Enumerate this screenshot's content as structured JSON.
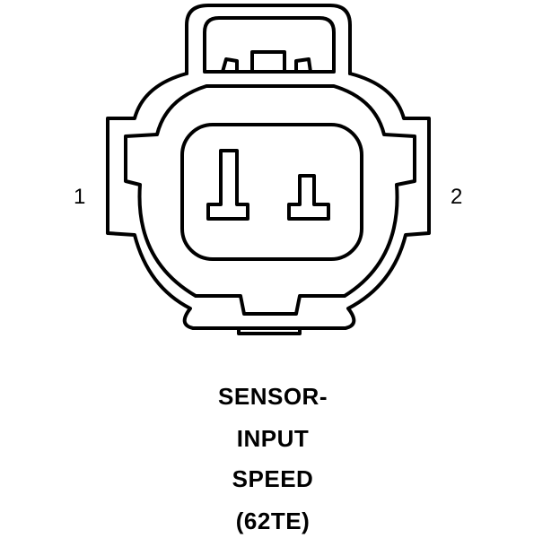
{
  "diagram": {
    "pins": [
      {
        "label": "1"
      },
      {
        "label": "2"
      }
    ],
    "caption_lines": [
      "SENSOR-",
      "INPUT",
      "SPEED",
      "(62TE)"
    ],
    "line_color": "#000000",
    "background_color": "#ffffff"
  }
}
